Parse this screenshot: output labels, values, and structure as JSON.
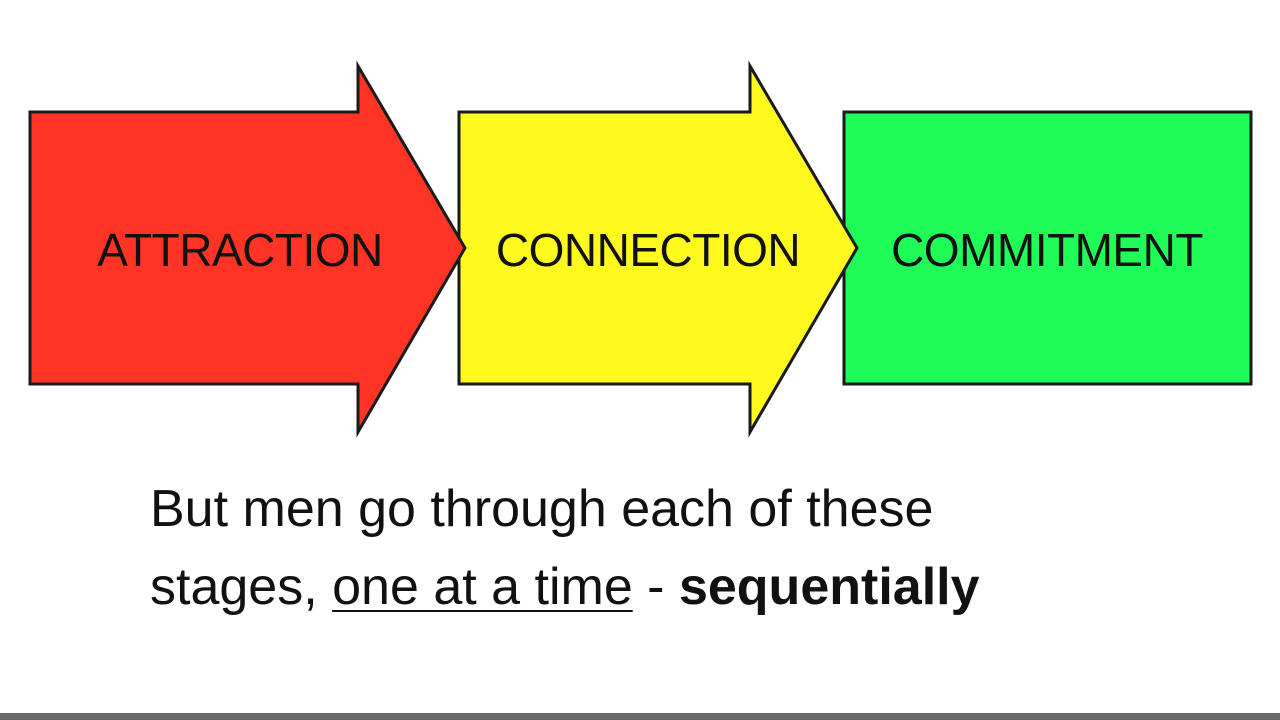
{
  "diagram": {
    "stages": [
      {
        "label": "ATTRACTION",
        "color": "#ff3424"
      },
      {
        "label": "CONNECTION",
        "color": "#fff91e"
      },
      {
        "label": "COMMITMENT",
        "color": "#1ffc58"
      }
    ],
    "outline_color": "#1a1a1a"
  },
  "caption": {
    "line1": "But men go through each of these",
    "line2_start": "stages, ",
    "line2_emphasis": "one at a time",
    "line2_separator": " - ",
    "line2_strong": "sequentially"
  }
}
